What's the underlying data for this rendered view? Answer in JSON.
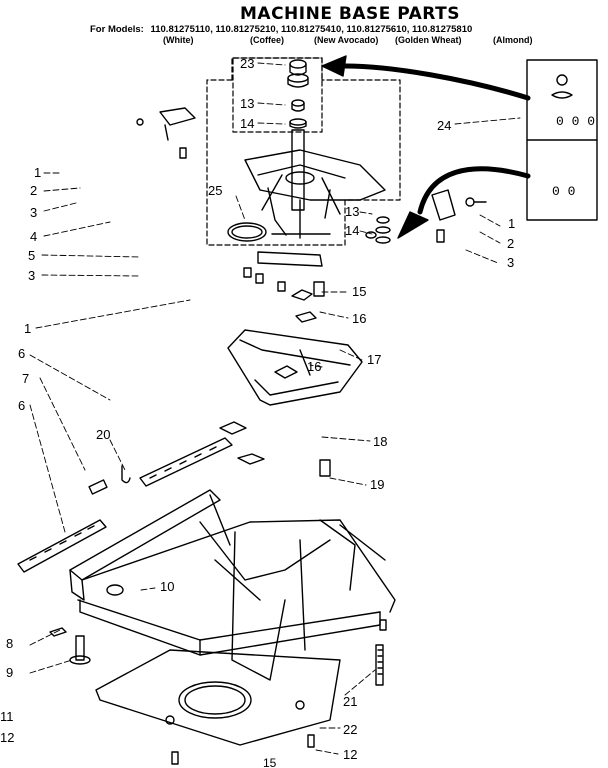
{
  "header": {
    "title": "MACHINE BASE PARTS",
    "models_label": "For Models:",
    "models": [
      "110.81275110,",
      "110.81275210,",
      "110.81275410,",
      "110.81275610,",
      "110.81275810"
    ],
    "colors": [
      "(White)",
      "(Coffee)",
      "(New Avocado)",
      "(Golden Wheat)",
      "(Almond)"
    ]
  },
  "callouts": {
    "c23": "23",
    "c13a": "13",
    "c14a": "14",
    "c24": "24",
    "c25": "25",
    "c13b": "13",
    "c14b": "14",
    "l1a": "1",
    "l2a": "2",
    "l3a": "3",
    "l4": "4",
    "l5": "5",
    "l3b": "3",
    "l1b": "1",
    "l6a": "6",
    "l7": "7",
    "l6b": "6",
    "r1": "1",
    "r2": "2",
    "r3": "3",
    "c15": "15",
    "c16a": "16",
    "c16b": "16",
    "c17": "17",
    "c18": "18",
    "c19": "19",
    "c20": "20",
    "c10": "10",
    "c8": "8",
    "c9": "9",
    "c11": "11",
    "c12a": "12",
    "c21": "21",
    "c22": "22",
    "c12b": "12",
    "c15b": "15"
  }
}
